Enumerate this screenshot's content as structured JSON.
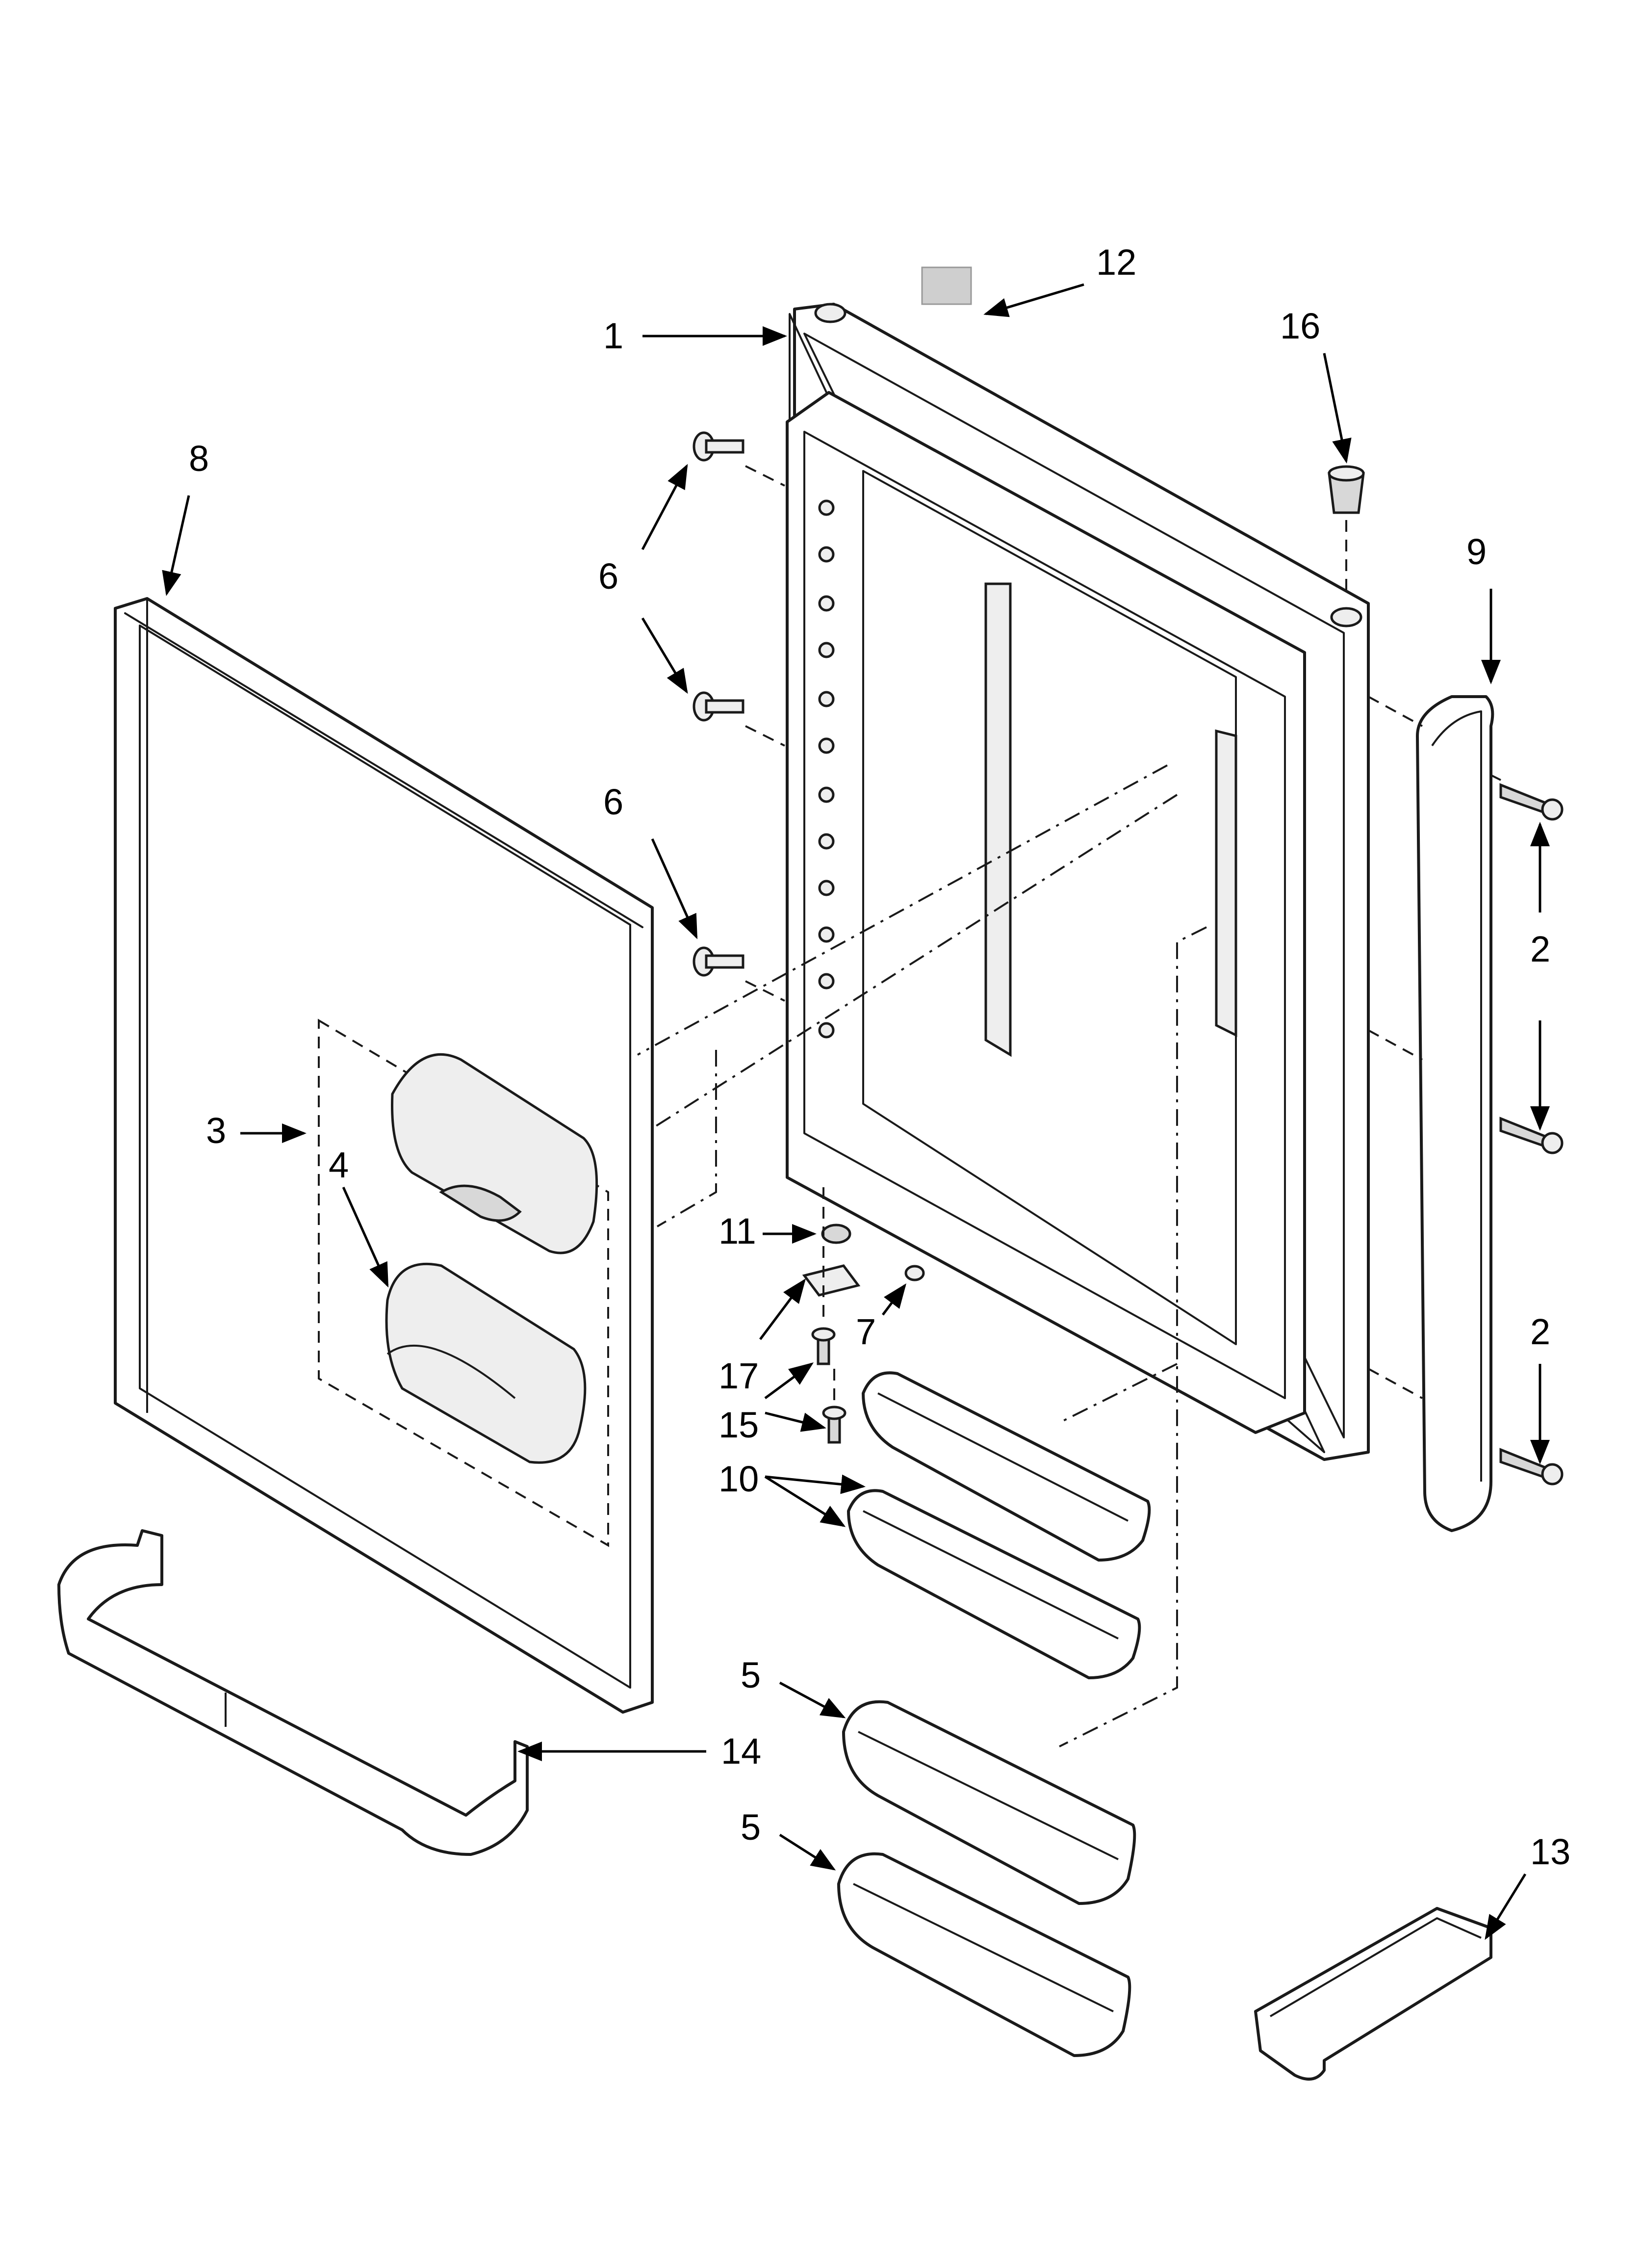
{
  "diagram": {
    "callouts": [
      {
        "id": "c1",
        "text": "1"
      },
      {
        "id": "c12",
        "text": "12"
      },
      {
        "id": "c16",
        "text": "16"
      },
      {
        "id": "c8",
        "text": "8"
      },
      {
        "id": "c6a",
        "text": "6"
      },
      {
        "id": "c6b",
        "text": "6"
      },
      {
        "id": "c9",
        "text": "9"
      },
      {
        "id": "c2a",
        "text": "2"
      },
      {
        "id": "c3",
        "text": "3"
      },
      {
        "id": "c4",
        "text": "4"
      },
      {
        "id": "c11",
        "text": "11"
      },
      {
        "id": "c7",
        "text": "7"
      },
      {
        "id": "c17",
        "text": "17"
      },
      {
        "id": "c2b",
        "text": "2"
      },
      {
        "id": "c15",
        "text": "15"
      },
      {
        "id": "c10",
        "text": "10"
      },
      {
        "id": "c5a",
        "text": "5"
      },
      {
        "id": "c14",
        "text": "14"
      },
      {
        "id": "c5b",
        "text": "5"
      },
      {
        "id": "c13",
        "text": "13"
      }
    ]
  }
}
